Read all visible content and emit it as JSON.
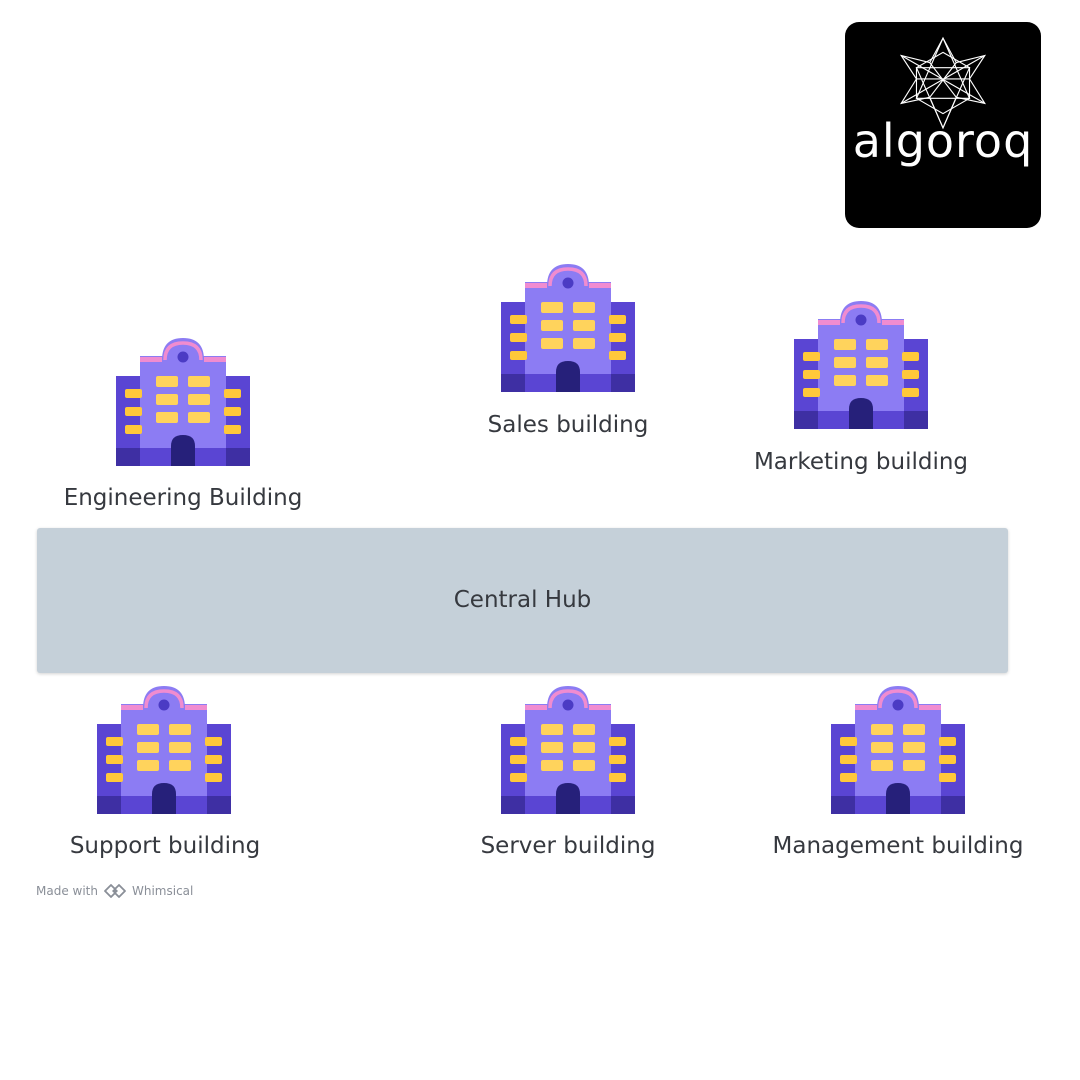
{
  "logo": {
    "text": "algoroq",
    "icon": "star-polygon-icon"
  },
  "buildings": [
    {
      "id": "engineering",
      "label": "Engineering Building",
      "icon": "office-building-icon"
    },
    {
      "id": "sales",
      "label": "Sales building",
      "icon": "office-building-icon"
    },
    {
      "id": "marketing",
      "label": "Marketing building",
      "icon": "office-building-icon"
    },
    {
      "id": "support",
      "label": "Support building",
      "icon": "office-building-icon"
    },
    {
      "id": "server",
      "label": "Server building",
      "icon": "office-building-icon"
    },
    {
      "id": "management",
      "label": "Management building",
      "icon": "office-building-icon"
    }
  ],
  "hub": {
    "label": "Central Hub"
  },
  "footer": {
    "made_with": "Made with",
    "brand": "Whimsical",
    "icon": "whimsical-logo-icon"
  },
  "colors": {
    "building_body": "#8c7cf3",
    "building_side": "#5a45d3",
    "building_dark": "#3e2fa3",
    "building_trim": "#f08cd0",
    "window": "#ffd35c",
    "hub_fill": "#c5d0d9"
  }
}
